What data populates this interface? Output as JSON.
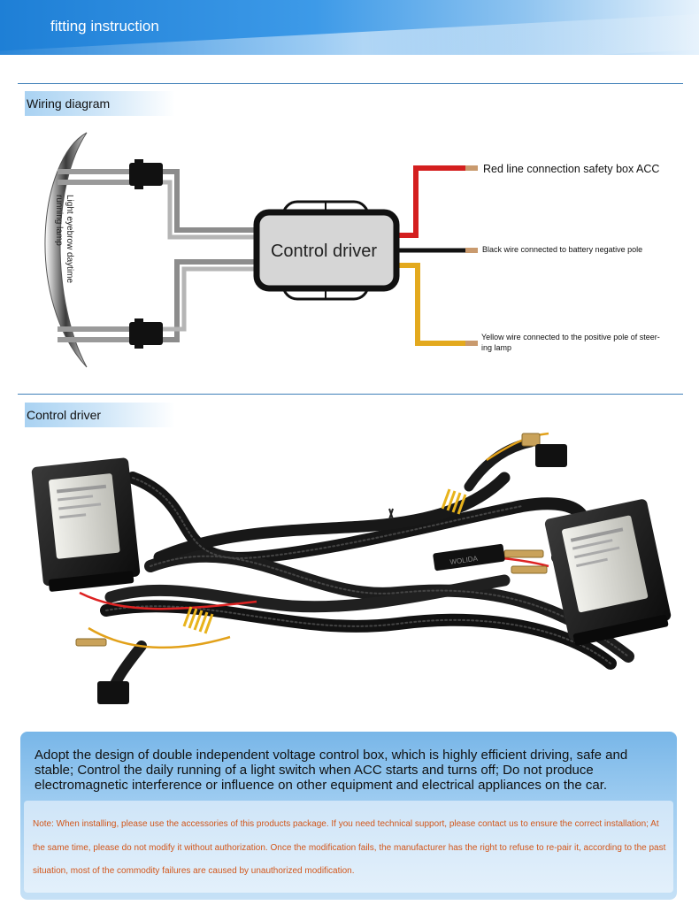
{
  "header": {
    "title": "fitting instruction"
  },
  "sections": {
    "wiring": {
      "label": "Wiring diagram"
    },
    "driver": {
      "label": "Control driver"
    }
  },
  "wiring_diagram": {
    "lamp_label_line1": "Light eyebrow daytime",
    "lamp_label_line2": "running lamp",
    "driver_label": "Control driver",
    "wires": [
      {
        "color": "#d41f1f",
        "label": "Red line connection safety box ACC"
      },
      {
        "color": "#111111",
        "label": "Black wire connected to battery negative pole"
      },
      {
        "color": "#e3a91e",
        "label_line1": "Yellow wire connected to the positive pole of steer-",
        "label_line2": "ing lamp"
      }
    ]
  },
  "photo": {
    "label_text": "WOLIDA"
  },
  "info": {
    "main_text": "Adopt the design of double independent voltage control box, which is highly efficient driving, safe and stable; Control the daily running of a light switch when ACC starts and turns off; Do not produce electromagnetic interference or influence on other equipment and electrical appliances on the car.",
    "note_text": "Note: When installing, please use the accessories of this products package. If you need technical support, please contact us to ensure the correct installation; At the same time, please do not modify it without authorization. Once the modification fails, the manufacturer has the right to refuse to re-pair it, according to the past situation, most of the commodity failures are caused by unauthorized modification."
  },
  "colors": {
    "banner": "#1e7fd6",
    "divider": "#3f7fb8",
    "note_text": "#d2561a",
    "info_box": "#9ccbf0"
  }
}
